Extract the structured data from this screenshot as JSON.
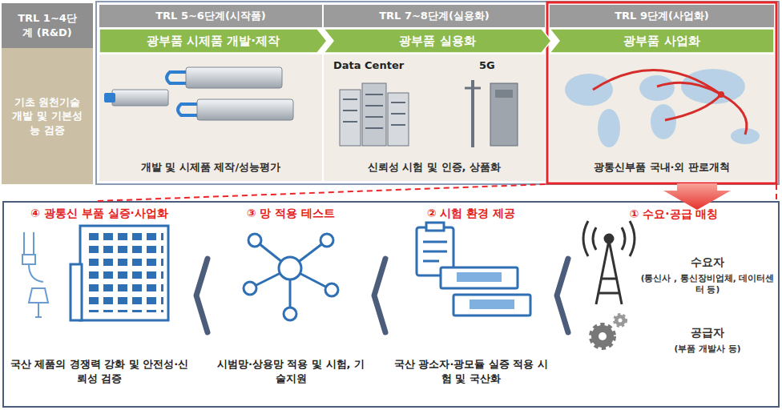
{
  "diagram": {
    "nodes": [
      {
        "text": [
          "TRL 1~4단계 (R&D)"
        ]
      },
      {
        "text": [
          "기초 원천기술 개발 및 기본성능 검증"
        ]
      },
      {
        "text": [
          "TRL 5~6단계(시작품)"
        ]
      },
      {
        "text": [
          "광부품 시제품 개발·제작"
        ]
      },
      {
        "text": [
          "개발 및 시제품 제작/성능평가"
        ]
      },
      {
        "text": [
          "TRL 7~8단계(실용화)"
        ]
      },
      {
        "text": [
          "광부품 실용화"
        ]
      },
      {
        "text": [
          "신뢰성 시험 및 인증, 상품화"
        ]
      },
      {
        "text": [
          "TRL 9단계(사업화)"
        ]
      },
      {
        "text": [
          "광부품 사업화"
        ]
      },
      {
        "text": [
          "광통신부품 국내·외 판로개척"
        ]
      },
      {
        "text": [
          "① 수요·공급 매칭",
          "수요자",
          "(통신사 , 통신장비업체, 데이터센터 등)",
          "공급자",
          "(부품 개발사 등)"
        ]
      },
      {
        "text": [
          "② 시험 환경 제공",
          "국산 광소자·광모듈 실증 적용 시험 및 국산화"
        ]
      },
      {
        "text": [
          "③ 망 적용 테스트",
          "시범망·상용망 적용 및 시험, 기술지원"
        ]
      },
      {
        "text": [
          "④ 광통신 부품 실증·사업화",
          "국산 제품의 경쟁력 강화 및 안전성·신뢰성 검증"
        ]
      }
    ],
    "edges": [
      {
        "from": 11,
        "to": 12,
        "arrow": "to"
      },
      {
        "from": 12,
        "to": 13,
        "arrow": "to"
      },
      {
        "from": 13,
        "to": 14,
        "arrow": "to"
      }
    ],
    "labels": [
      "Data Center",
      "5G"
    ]
  }
}
